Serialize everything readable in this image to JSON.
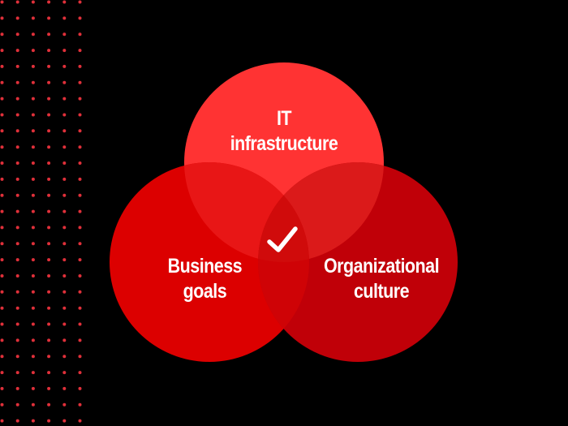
{
  "diagram": {
    "type": "venn",
    "circles": [
      {
        "id": "top",
        "label_lines": [
          "IT",
          "infrastructure"
        ],
        "color": "#ff3333"
      },
      {
        "id": "left",
        "label_lines": [
          "Business",
          "goals"
        ],
        "color": "#dc0000"
      },
      {
        "id": "right",
        "label_lines": [
          "Organizational",
          "culture"
        ],
        "color": "#c00008"
      }
    ],
    "center_icon": "check-icon",
    "center_icon_color": "#ffffff",
    "background": "#000000",
    "dot_color": "#e0303a"
  }
}
